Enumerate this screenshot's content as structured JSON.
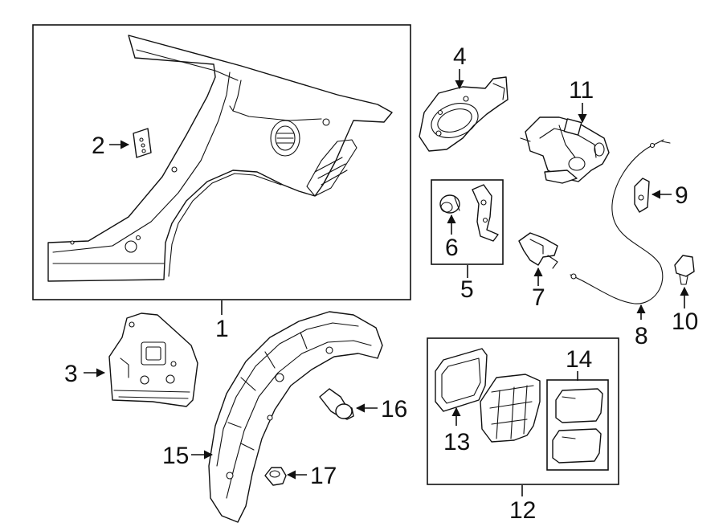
{
  "callouts": {
    "c1": "1",
    "c2": "2",
    "c3": "3",
    "c4": "4",
    "c5": "5",
    "c6": "6",
    "c7": "7",
    "c8": "8",
    "c9": "9",
    "c10": "10",
    "c11": "11",
    "c12": "12",
    "c13": "13",
    "c14": "14",
    "c15": "15",
    "c16": "16",
    "c17": "17"
  },
  "colors": {
    "line": "#111111",
    "background": "#ffffff"
  }
}
